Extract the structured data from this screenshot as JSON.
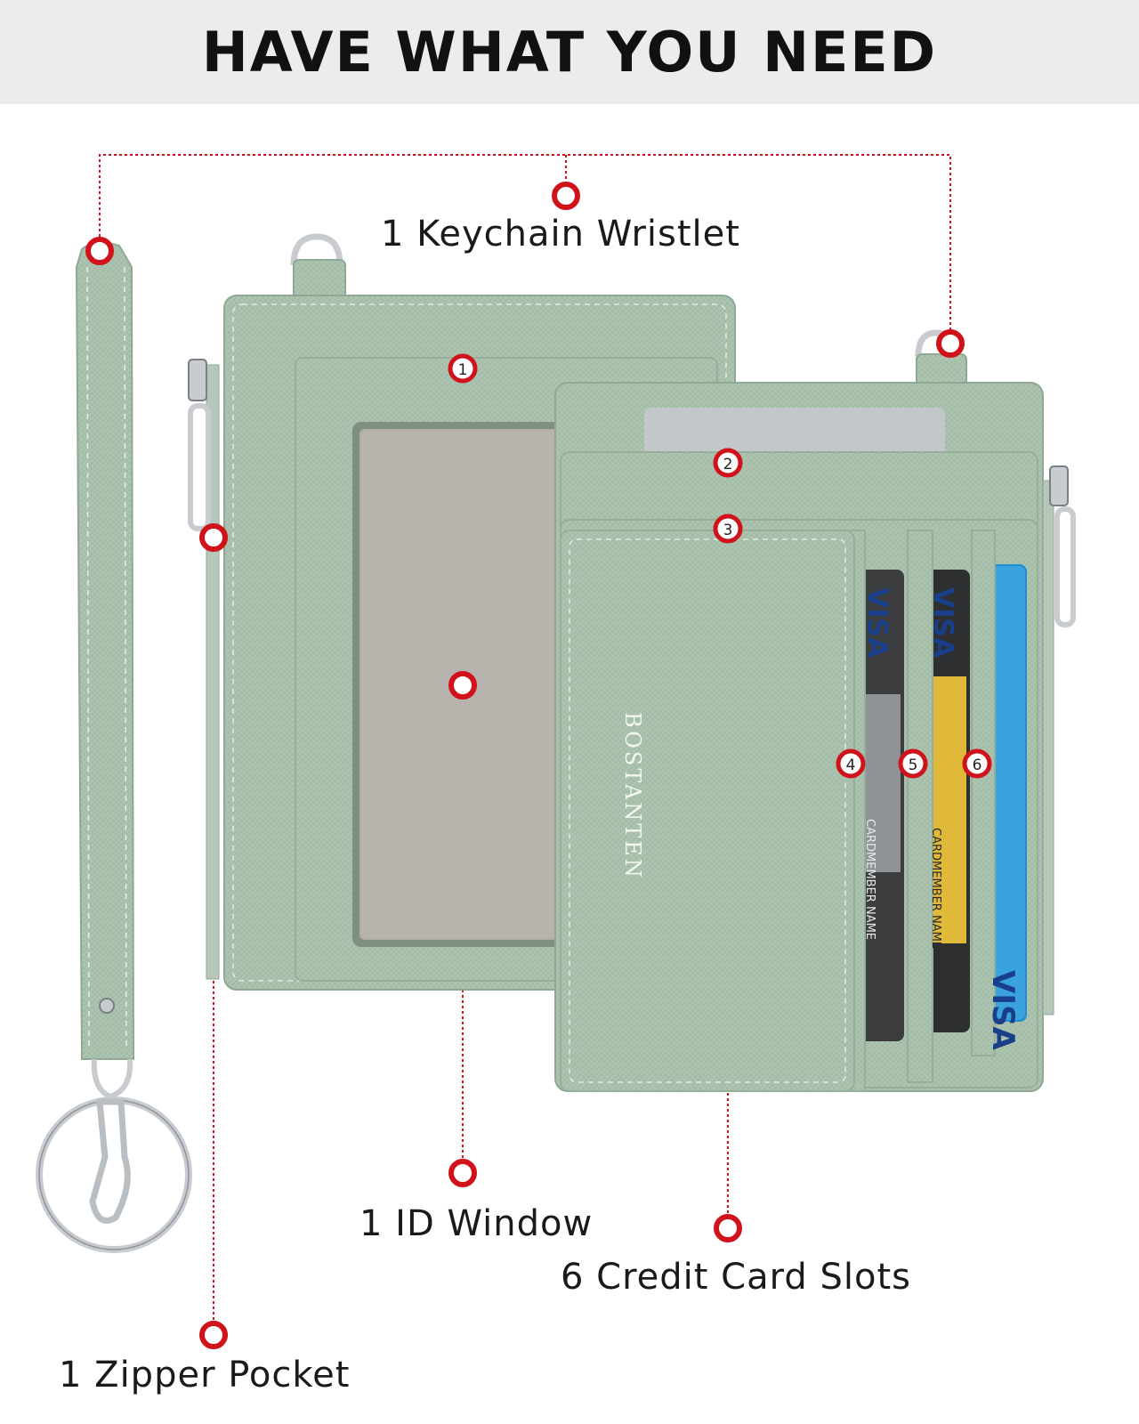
{
  "header": {
    "title": "HAVE WHAT YOU NEED"
  },
  "brand": {
    "name": "BOSTANTEN"
  },
  "features": {
    "keychain": "1 Keychain Wristlet",
    "id_window": "1 ID Window",
    "card_slots": "6 Credit Card Slots",
    "zipper": "1 Zipper Pocket"
  },
  "slot_markers": [
    "1",
    "2",
    "3",
    "4",
    "5",
    "6"
  ],
  "cards": {
    "visa": "VISA",
    "cardmember": "CARDMEMBER NAME"
  },
  "colors": {
    "wallet_green": "#a9c1ad",
    "marker_red": "#d0121b",
    "metal": "#c8ccd0"
  }
}
